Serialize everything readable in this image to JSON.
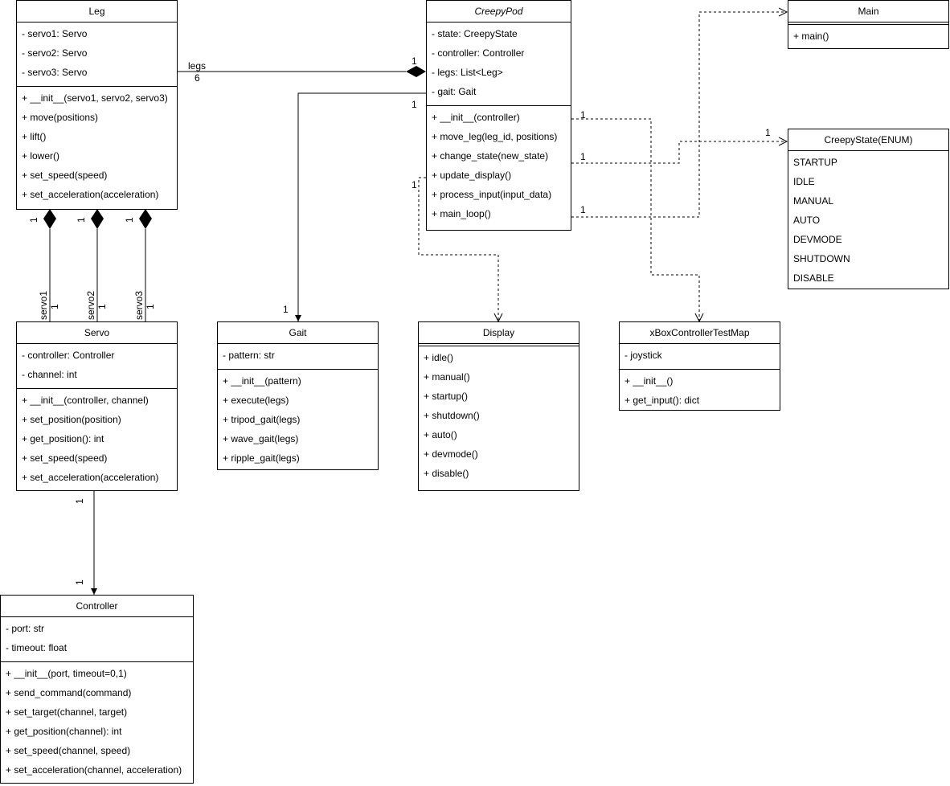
{
  "classes": {
    "leg": {
      "name": "Leg",
      "attributes": [
        "- servo1: Servo",
        "- servo2: Servo",
        "- servo3: Servo"
      ],
      "methods": [
        "+ __init__(servo1, servo2, servo3)",
        "+ move(positions)",
        "+ lift()",
        "+ lower()",
        "+ set_speed(speed)",
        "+ set_acceleration(acceleration)"
      ]
    },
    "creepypod": {
      "name": "CreepyPod",
      "attributes": [
        "- state: CreepyState",
        "- controller: Controller",
        "- legs: List<Leg>",
        "- gait: Gait"
      ],
      "methods": [
        "+ __init__(controller)",
        "+ move_leg(leg_id, positions)",
        "+ change_state(new_state)",
        "+ update_display()",
        "+ process_input(input_data)",
        "+ main_loop()"
      ]
    },
    "main": {
      "name": "Main",
      "attributes": [],
      "methods": [
        "+ main()"
      ]
    },
    "creepystate": {
      "name": "CreepyState(ENUM)",
      "attributes": [
        "STARTUP",
        "IDLE",
        "MANUAL",
        "AUTO",
        "DEVMODE",
        "SHUTDOWN",
        "DISABLE"
      ],
      "methods": []
    },
    "servo": {
      "name": "Servo",
      "attributes": [
        "- controller: Controller",
        "- channel: int"
      ],
      "methods": [
        "+ __init__(controller, channel)",
        "+ set_position(position)",
        "+ get_position(): int",
        "+ set_speed(speed)",
        "+ set_acceleration(acceleration)"
      ]
    },
    "gait": {
      "name": "Gait",
      "attributes": [
        "- pattern: str"
      ],
      "methods": [
        "+ __init__(pattern)",
        "+ execute(legs)",
        "+ tripod_gait(legs)",
        "+ wave_gait(legs)",
        "+ ripple_gait(legs)"
      ]
    },
    "display": {
      "name": "Display",
      "attributes": [],
      "methods": [
        "+ idle()",
        "+ manual()",
        "+ startup()",
        "+ shutdown()",
        "+ auto()",
        "+ devmode()",
        "+ disable()"
      ]
    },
    "xbox": {
      "name": "xBoxControllerTestMap",
      "attributes": [
        "- joystick"
      ],
      "methods": [
        "+ __init__()",
        "+ get_input(): dict"
      ]
    },
    "controller": {
      "name": "Controller",
      "attributes": [
        "- port: str",
        "- timeout: float"
      ],
      "methods": [
        "+ __init__(port, timeout=0,1)",
        "+ send_command(command)",
        "+ set_target(channel, target)",
        "+ get_position(channel): int",
        "+ set_speed(channel, speed)",
        "+ set_acceleration(channel, acceleration)"
      ]
    }
  },
  "edge_labels": {
    "legs_role": "legs",
    "legs_mult_leg": "6",
    "legs_mult_pod": "1",
    "gait_mult_pod": "1",
    "gait_mult_gait": "1",
    "main_dep_mult": "1",
    "state_dep_mult_pod": "1",
    "state_dep_mult_state": "1",
    "xbox_dep_mult": "1",
    "display_dep_mult": "1",
    "servo1_role": "servo1",
    "servo2_role": "servo2",
    "servo3_role": "servo3",
    "servo1_mult_leg": "1",
    "servo2_mult_leg": "1",
    "servo3_mult_leg": "1",
    "servo1_mult_servo": "1",
    "servo2_mult_servo": "1",
    "servo3_mult_servo": "1",
    "ctrl_mult_servo": "1",
    "ctrl_mult_ctrl": "1"
  }
}
